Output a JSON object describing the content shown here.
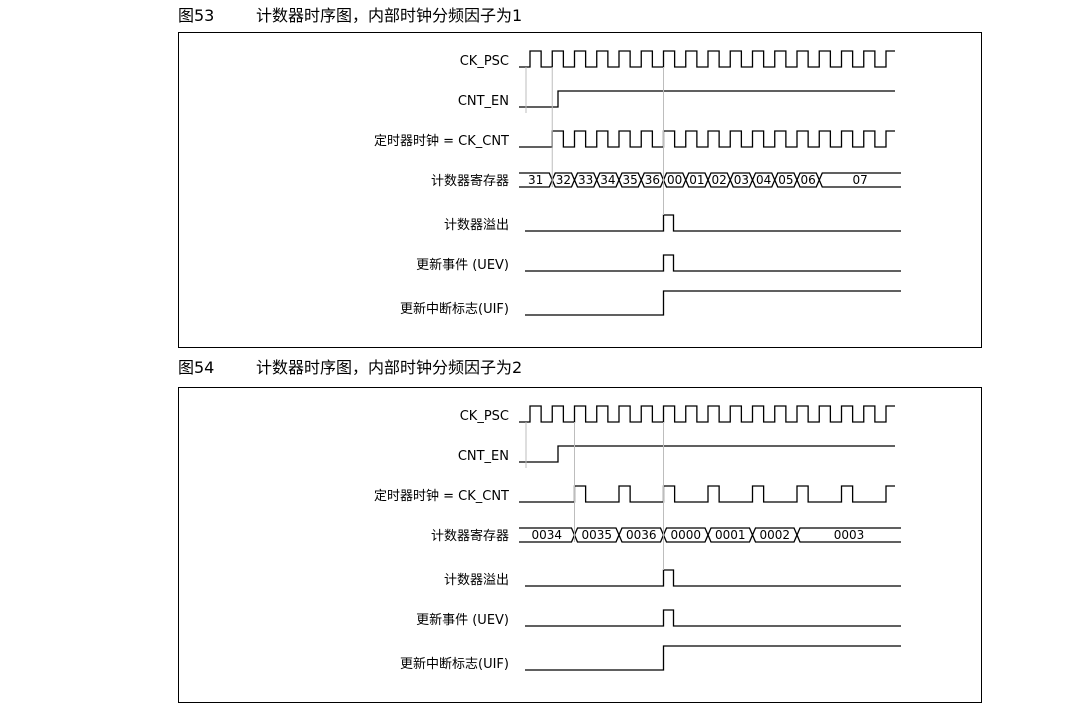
{
  "figures": [
    {
      "number": "图53",
      "title": "计数器时序图，内部时钟分频因子为1",
      "signals": {
        "ck_psc": "CK_PSC",
        "cnt_en": "CNT_EN",
        "ck_cnt": "定时器时钟 = CK_CNT",
        "counter_register": "计数器寄存器",
        "overflow": "计数器溢出",
        "uev": "更新事件 (UEV)",
        "uif": "更新中断标志(UIF)"
      },
      "prescaler": 1,
      "counter_values": [
        "31",
        "32",
        "33",
        "34",
        "35",
        "36",
        "00",
        "01",
        "02",
        "03",
        "04",
        "05",
        "06",
        "07"
      ]
    },
    {
      "number": "图54",
      "title": "计数器时序图，内部时钟分频因子为2",
      "signals": {
        "ck_psc": "CK_PSC",
        "cnt_en": "CNT_EN",
        "ck_cnt": "定时器时钟 = CK_CNT",
        "counter_register": "计数器寄存器",
        "overflow": "计数器溢出",
        "uev": "更新事件 (UEV)",
        "uif": "更新中断标志(UIF)"
      },
      "prescaler": 2,
      "counter_values": [
        "0034",
        "0035",
        "0036",
        "0000",
        "0001",
        "0002",
        "0003"
      ]
    }
  ]
}
